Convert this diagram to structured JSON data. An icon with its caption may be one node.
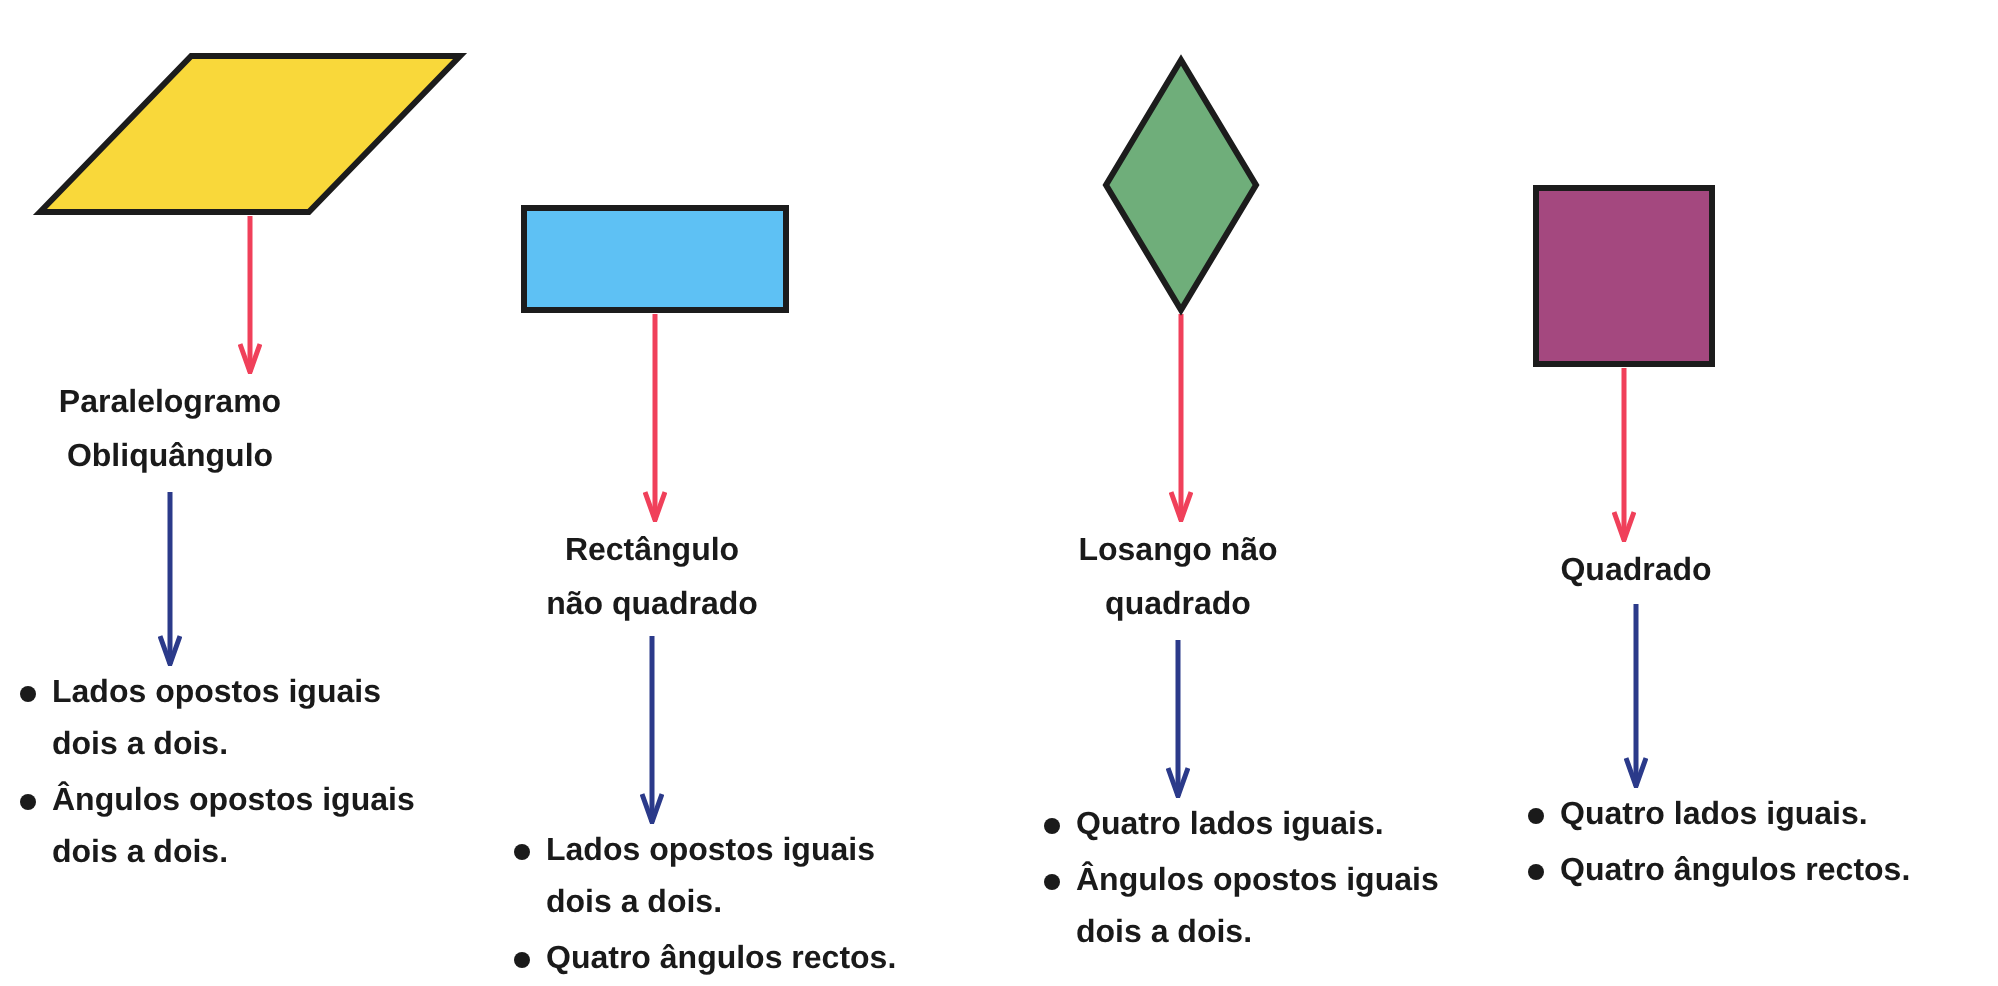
{
  "diagram": {
    "nodes": [
      {
        "text": [],
        "shape": "parallelogram"
      },
      {
        "text": [
          "Paralelogramo Obliquângulo"
        ]
      },
      {
        "text": [
          "Lados opostos iguais dois a dois.",
          "Ângulos opostos iguais dois a dois."
        ]
      },
      {
        "text": [],
        "shape": "box"
      },
      {
        "text": [
          "Rectângulo não quadrado"
        ]
      },
      {
        "text": [
          "Lados opostos iguais dois a dois.",
          "Quatro ângulos rectos."
        ]
      },
      {
        "text": [],
        "shape": "diamond"
      },
      {
        "text": [
          "Losango não quadrado"
        ]
      },
      {
        "text": [
          "Quatro lados iguais.",
          "Ângulos opostos iguais dois a dois."
        ]
      },
      {
        "text": [],
        "shape": "square"
      },
      {
        "text": [
          "Quadrado"
        ]
      },
      {
        "text": [
          "Quatro lados iguais.",
          "Quatro ângulos rectos."
        ]
      }
    ],
    "edges": [
      {
        "from": 0,
        "to": 1,
        "arrow": "to",
        "color": "#f0405a"
      },
      {
        "from": 1,
        "to": 2,
        "arrow": "to",
        "color": "#2b3a8a"
      },
      {
        "from": 3,
        "to": 4,
        "arrow": "to",
        "color": "#f0405a"
      },
      {
        "from": 4,
        "to": 5,
        "arrow": "to",
        "color": "#2b3a8a"
      },
      {
        "from": 6,
        "to": 7,
        "arrow": "to",
        "color": "#f0405a"
      },
      {
        "from": 7,
        "to": 8,
        "arrow": "to",
        "color": "#2b3a8a"
      },
      {
        "from": 9,
        "to": 10,
        "arrow": "to",
        "color": "#f0405a"
      },
      {
        "from": 10,
        "to": 11,
        "arrow": "to",
        "color": "#2b3a8a"
      }
    ]
  }
}
